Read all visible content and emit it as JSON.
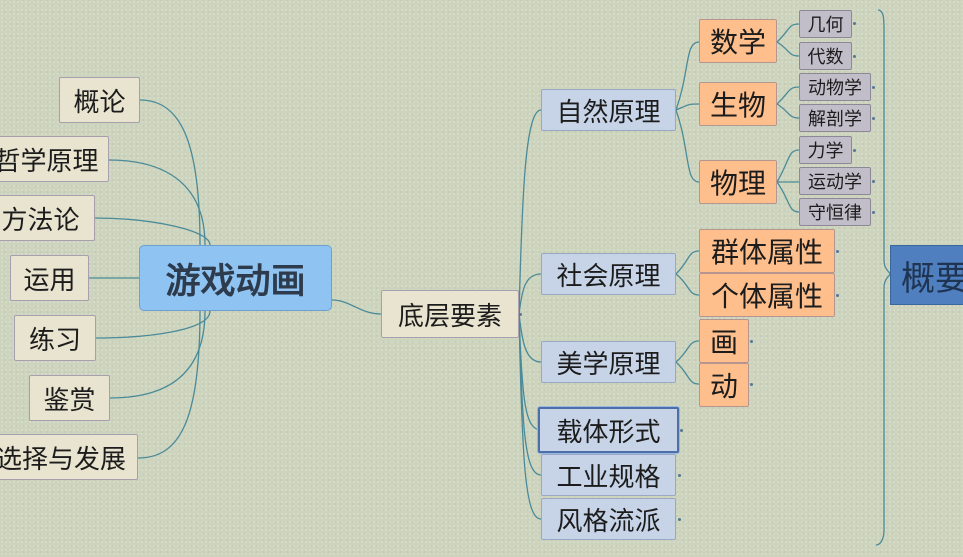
{
  "central": "游戏动画",
  "left_branches": [
    "概论",
    "哲学原理",
    "方法论",
    "运用",
    "练习",
    "鉴赏",
    "选择与发展"
  ],
  "middle": "底层要素",
  "level3": [
    "自然原理",
    "社会原理",
    "美学原理",
    "载体形式",
    "工业规格",
    "风格流派"
  ],
  "level4": {
    "natural": [
      "数学",
      "生物",
      "物理"
    ],
    "social": [
      "群体属性",
      "个体属性"
    ],
    "aesthetic": [
      "画",
      "动"
    ]
  },
  "level5": {
    "math": [
      "几何",
      "代数"
    ],
    "biology": [
      "动物学",
      "解剖学"
    ],
    "physics": [
      "力学",
      "运动学",
      "守恒律"
    ]
  },
  "summary": "概要",
  "colors": {
    "background": "#cdd4bd",
    "central": "#8fc3f2",
    "connector": "#4a8a99",
    "level3": "#c7d4e8",
    "level4": "#ffbf8c",
    "level5": "#c2bec9",
    "summary": "#4f7fbf"
  }
}
